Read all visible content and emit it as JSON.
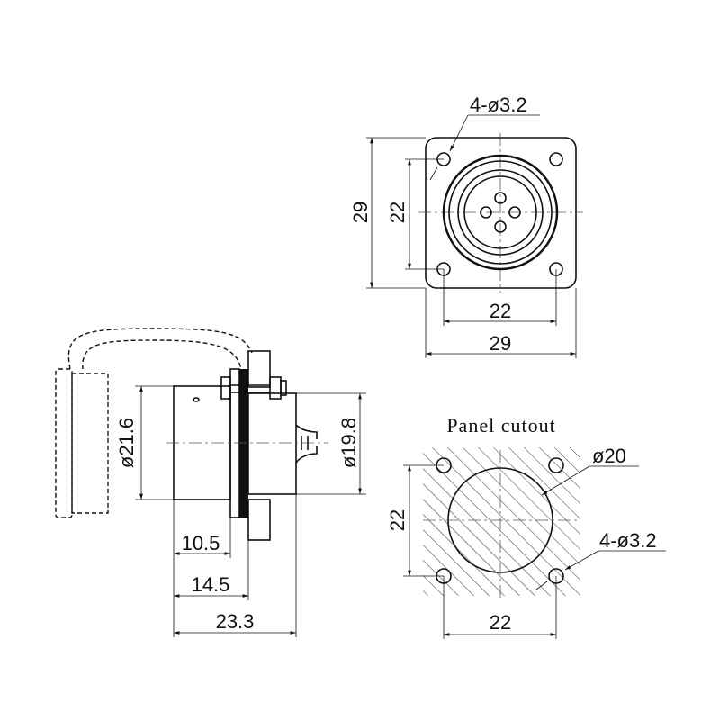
{
  "front_view": {
    "holes_label": "4-ø3.2",
    "height_outer": "29",
    "height_hole_spacing": "22",
    "width_hole_spacing": "22",
    "width_outer": "29"
  },
  "side_view": {
    "body_diameter": "ø21.6",
    "rear_diameter": "ø19.8",
    "length_front": "10.5",
    "length_to_panel": "14.5",
    "length_total": "23.3"
  },
  "panel_cutout": {
    "title": "Panel cutout",
    "hole_diameter": "ø20",
    "height_hole_spacing": "22",
    "holes_label": "4-ø3.2",
    "width_hole_spacing": "22"
  }
}
